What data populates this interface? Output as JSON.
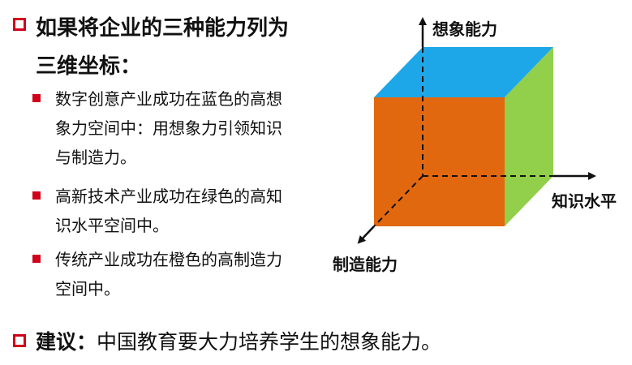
{
  "heading": {
    "line1": "如果将企业的三种能力列为",
    "line2": "三维坐标："
  },
  "items": [
    {
      "lines": [
        "数字创意产业成功在蓝色的高想",
        "象力空间中：用想象力引领知识",
        "与制造力。"
      ]
    },
    {
      "lines": [
        "高新技术产业成功在绿色的高知",
        "识水平空间中。"
      ]
    },
    {
      "lines": [
        "传统产业成功在橙色的高制造力",
        "空间中。"
      ]
    }
  ],
  "suggestion": {
    "keyword": "建议：",
    "text": "中国教育要大力培养学生的想象能力。"
  },
  "diagram": {
    "axis_up_label": "想象能力",
    "axis_right_label": "知识水平",
    "axis_down_label": "制造能力",
    "colors": {
      "top": "#1ea7e8",
      "front": "#e2680f",
      "side": "#92cf4a",
      "bullet": "#d0021b"
    }
  }
}
